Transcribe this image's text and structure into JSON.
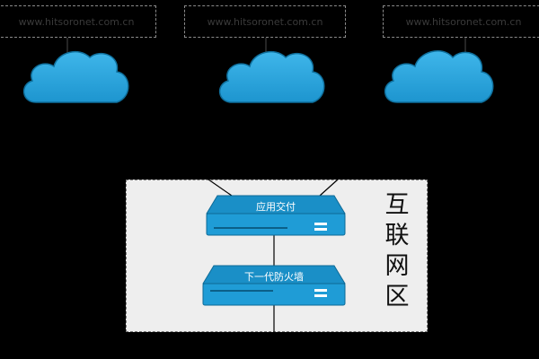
{
  "top_boxes": [
    {
      "text": "www.hitsoronet.com.cn"
    },
    {
      "text": "www.hitsoronet.com.cn"
    },
    {
      "text": "www.hitsoronet.com.cn"
    }
  ],
  "zone": {
    "label_chars": [
      "互",
      "联",
      "网",
      "区"
    ]
  },
  "devices": {
    "adc": {
      "label": "应用交付"
    },
    "ngfw": {
      "label": "下一代防火墙"
    }
  },
  "colors": {
    "cloud_fill": "#29a9e0",
    "cloud_stroke": "#0f6f9c",
    "device_top": "#1a8fc7",
    "device_front": "#1f9cd6",
    "zone_bg": "#eeeeee"
  }
}
